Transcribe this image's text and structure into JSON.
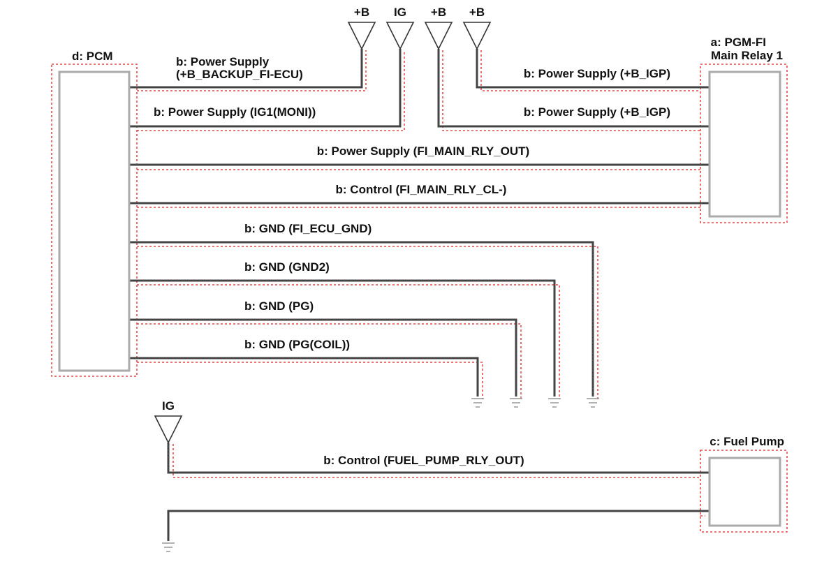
{
  "components": {
    "pcm": "d: PCM",
    "relay_line1": "a: PGM-FI",
    "relay_line2": "Main Relay 1",
    "fuel_pump": "c: Fuel Pump"
  },
  "supplies": {
    "s1": "+B",
    "s2": "IG",
    "s3": "+B",
    "s4": "+B",
    "s5": "IG"
  },
  "wires": {
    "backup_line1": "b: Power Supply",
    "backup_line2": "(+B_BACKUP_FI-ECU)",
    "ig1_moni": "b: Power Supply (IG1(MONI))",
    "igp_1": "b: Power Supply (+B_IGP)",
    "igp_2": "b: Power Supply (+B_IGP)",
    "fi_main_rly_out": "b: Power Supply (FI_MAIN_RLY_OUT)",
    "fi_main_rly_cl": "b: Control (FI_MAIN_RLY_CL-)",
    "fi_ecu_gnd": "b: GND (FI_ECU_GND)",
    "gnd2": "b: GND (GND2)",
    "pg": "b: GND (PG)",
    "pg_coil": "b: GND (PG(COIL))",
    "fuel_pump_rly_out": "b: Control (FUEL_PUMP_RLY_OUT)"
  },
  "colors": {
    "wire": "#444444",
    "component_border": "#aaaaaa",
    "harness_outline": "#e02020"
  },
  "icons": {
    "supply": "supply-triangle-icon",
    "ground": "ground-icon"
  }
}
